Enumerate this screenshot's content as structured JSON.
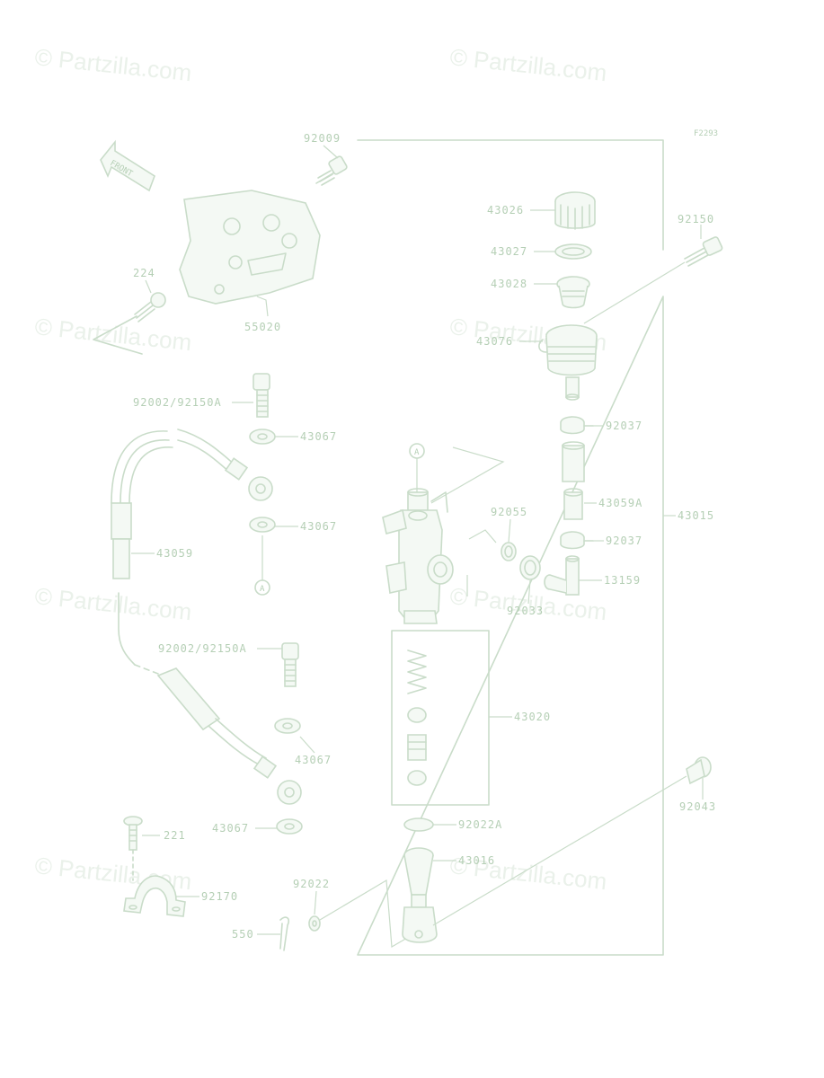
{
  "diagram_code": "F2293",
  "front_arrow": "FRONT",
  "watermark": "© Partzilla.com",
  "ref_marker": "A",
  "labels": {
    "p92009": "92009",
    "p224": "224",
    "p55020": "55020",
    "p92002a": "92002/92150A",
    "p43067a": "43067",
    "p43067b": "43067",
    "p43059": "43059",
    "p92002b": "92002/92150A",
    "p43067c": "43067",
    "p43067d": "43067",
    "p221": "221",
    "p92170": "92170",
    "p550": "550",
    "p92022": "92022",
    "p43026": "43026",
    "p43027": "43027",
    "p43028": "43028",
    "p43076": "43076",
    "p92150": "92150",
    "p92037a": "92037",
    "p43059a": "43059A",
    "p92037b": "92037",
    "p13159": "13159",
    "p43015": "43015",
    "p92055": "92055",
    "p92033": "92033",
    "p43020": "43020",
    "p92022a": "92022A",
    "p43016": "43016",
    "p92043": "92043"
  }
}
